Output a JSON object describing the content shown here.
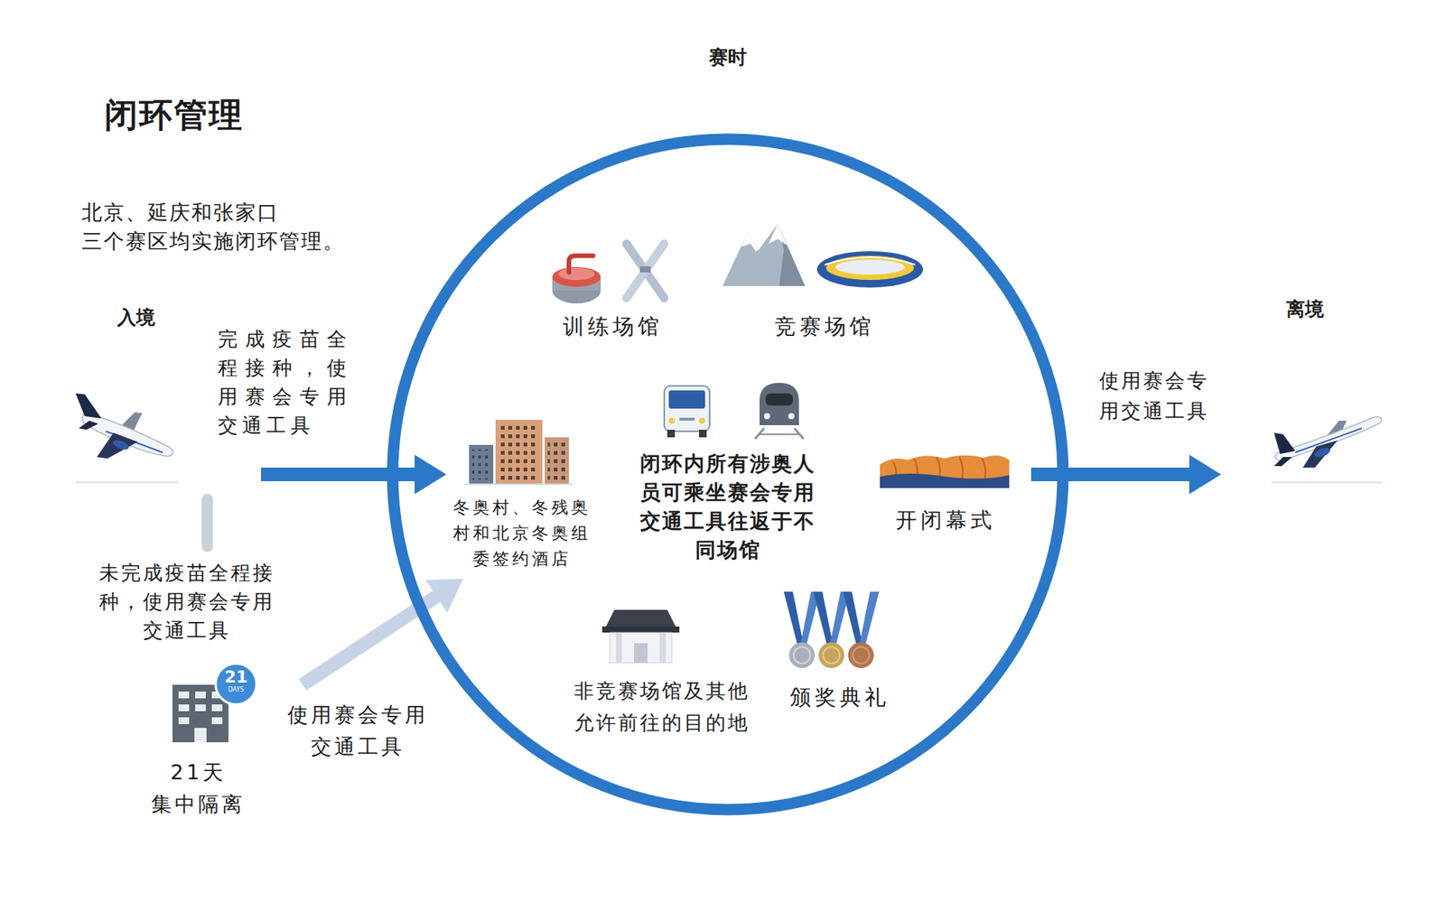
{
  "diagram": {
    "title": "闭环管理",
    "nodes": [
      {
        "text": [
          "入境"
        ]
      },
      {
        "text": [
          "21天 集中隔离"
        ]
      },
      {
        "text": [
          "赛时",
          "闭环内所有涉奥人员可乘坐赛会专用交通工具往返于不同场馆"
        ]
      },
      {
        "text": [
          "训练场馆"
        ],
        "in": 2
      },
      {
        "text": [
          "竞赛场馆"
        ],
        "in": 2
      },
      {
        "text": [
          "冬奥村、冬残奥村和北京冬奥组委签约酒店"
        ],
        "in": 2
      },
      {
        "text": [
          "开闭幕式"
        ],
        "in": 2
      },
      {
        "text": [
          "非竞赛场馆及其他允许前往的目的地"
        ],
        "in": 2
      },
      {
        "text": [
          "颁奖典礼"
        ],
        "in": 2
      },
      {
        "text": [
          "离境"
        ]
      }
    ],
    "edges": [
      {
        "from": 0,
        "to": 5,
        "label": "完成疫苗全程接种，使用赛会专用交通工具",
        "arrow": "to"
      },
      {
        "from": 0,
        "to": 1,
        "label": "未完成疫苗全程接种，使用赛会专用交通工具",
        "arrow": "none"
      },
      {
        "from": 1,
        "to": 5,
        "label": "使用赛会专用交通工具",
        "arrow": "to"
      },
      {
        "from": 2,
        "to": 9,
        "label": "使用赛会专用交通工具",
        "arrow": "to"
      }
    ],
    "labels": [
      "北京、延庆和张家口 三个赛区均实施闭环管理。",
      "21",
      "DAYS"
    ]
  }
}
